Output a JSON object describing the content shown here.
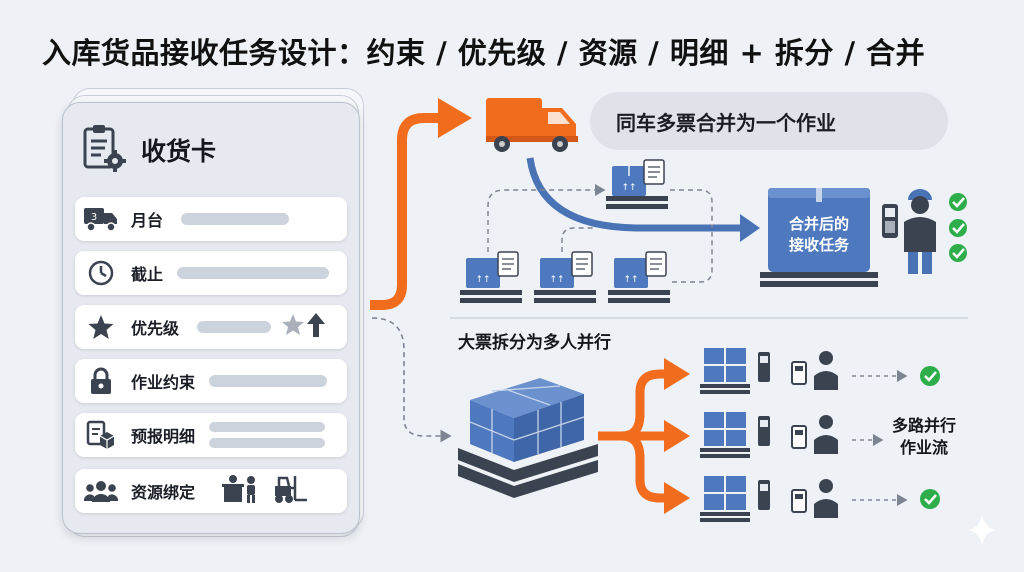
{
  "title": "入库货品接收任务设计：约束 / 优先级 / 资源 / 明细 + 拆分 / 合并",
  "card": {
    "title": "收货卡",
    "rows": [
      {
        "label": "月台",
        "icon": "truck-number-icon"
      },
      {
        "label": "截止",
        "icon": "clock-icon"
      },
      {
        "label": "优先级",
        "icon": "star-icon"
      },
      {
        "label": "作业约束",
        "icon": "lock-icon"
      },
      {
        "label": "预报明细",
        "icon": "document-box-icon"
      },
      {
        "label": "资源绑定",
        "icon": "people-group-icon"
      }
    ],
    "dock_number": "3"
  },
  "merge": {
    "bubble_text": "同车多票合并为一个作业",
    "merged_line1": "合并后的",
    "merged_line2": "接收任务"
  },
  "split": {
    "label": "大票拆分为多人并行",
    "result_line1": "多路并行",
    "result_line2": "作业流"
  },
  "colors": {
    "orange": "#f26c1d",
    "blue": "#4a73b5",
    "box_blue": "#4e79bf",
    "green": "#2eae4a",
    "dark_gray": "#3b4250"
  }
}
